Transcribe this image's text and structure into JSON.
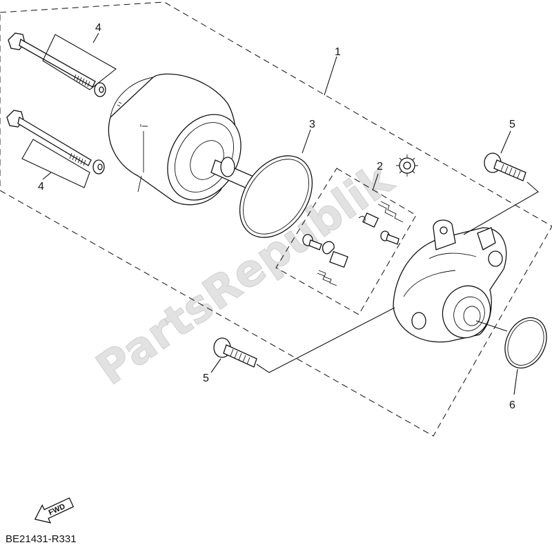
{
  "watermark": "PartsRepublik",
  "callouts": {
    "c1": "1",
    "c2": "2",
    "c3": "3",
    "c4_top": "4",
    "c4_bottom": "4",
    "c5_top": "5",
    "c5_bottom": "5",
    "c6": "6"
  },
  "fwd_label": "FWD",
  "diagram_code": "BE21431-R331",
  "icons": {
    "gear": "gear-icon",
    "forward_arrow": "fwd-arrow-icon"
  }
}
